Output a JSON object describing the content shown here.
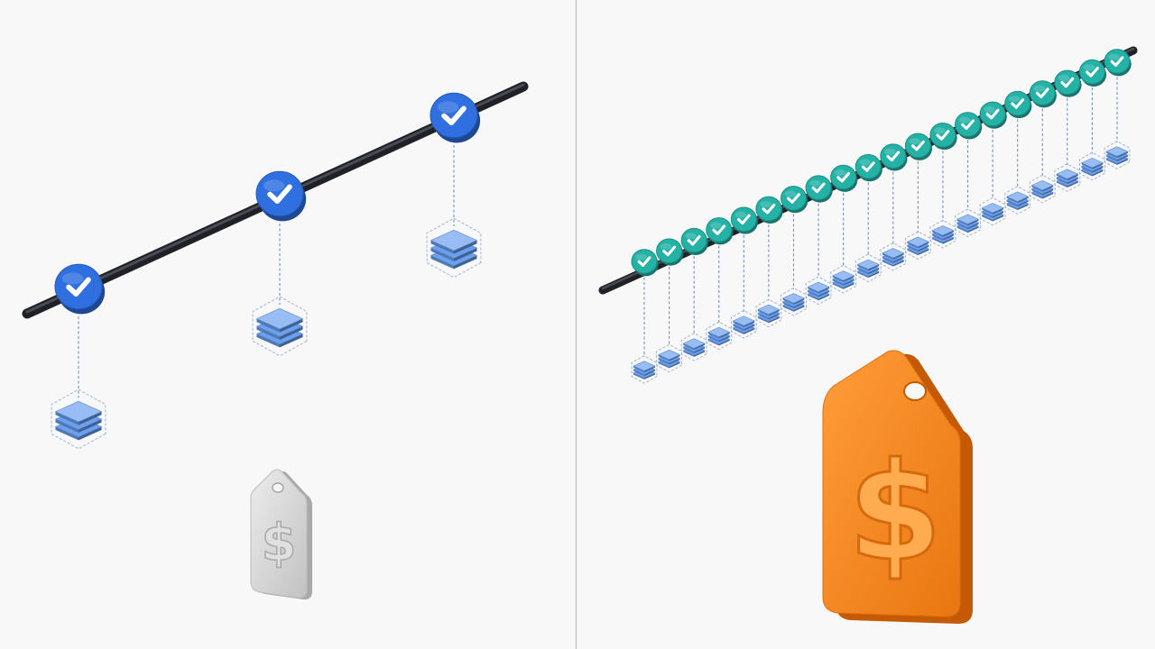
{
  "panels": [
    {
      "id": "left",
      "checkpoint_count": 3,
      "checkpoint_color": "#2f6fe0",
      "snapshot_color": "#6aa0ef",
      "price_tag_color": "#d4d4d4",
      "price_symbol": "$",
      "icons": [
        "checkmark-icon",
        "stacked-layers-icon",
        "price-tag-icon"
      ]
    },
    {
      "id": "right",
      "checkpoint_count": 20,
      "checkpoint_color": "#25b2a6",
      "snapshot_color": "#6aa0ef",
      "price_tag_color": "#f28a24",
      "price_symbol": "$",
      "icons": [
        "checkmark-icon",
        "stacked-layers-icon",
        "price-tag-icon"
      ]
    }
  ],
  "colors": {
    "rod": "#3a3d44",
    "divider": "#c9c9c9",
    "connector": "#6f8fc8"
  }
}
